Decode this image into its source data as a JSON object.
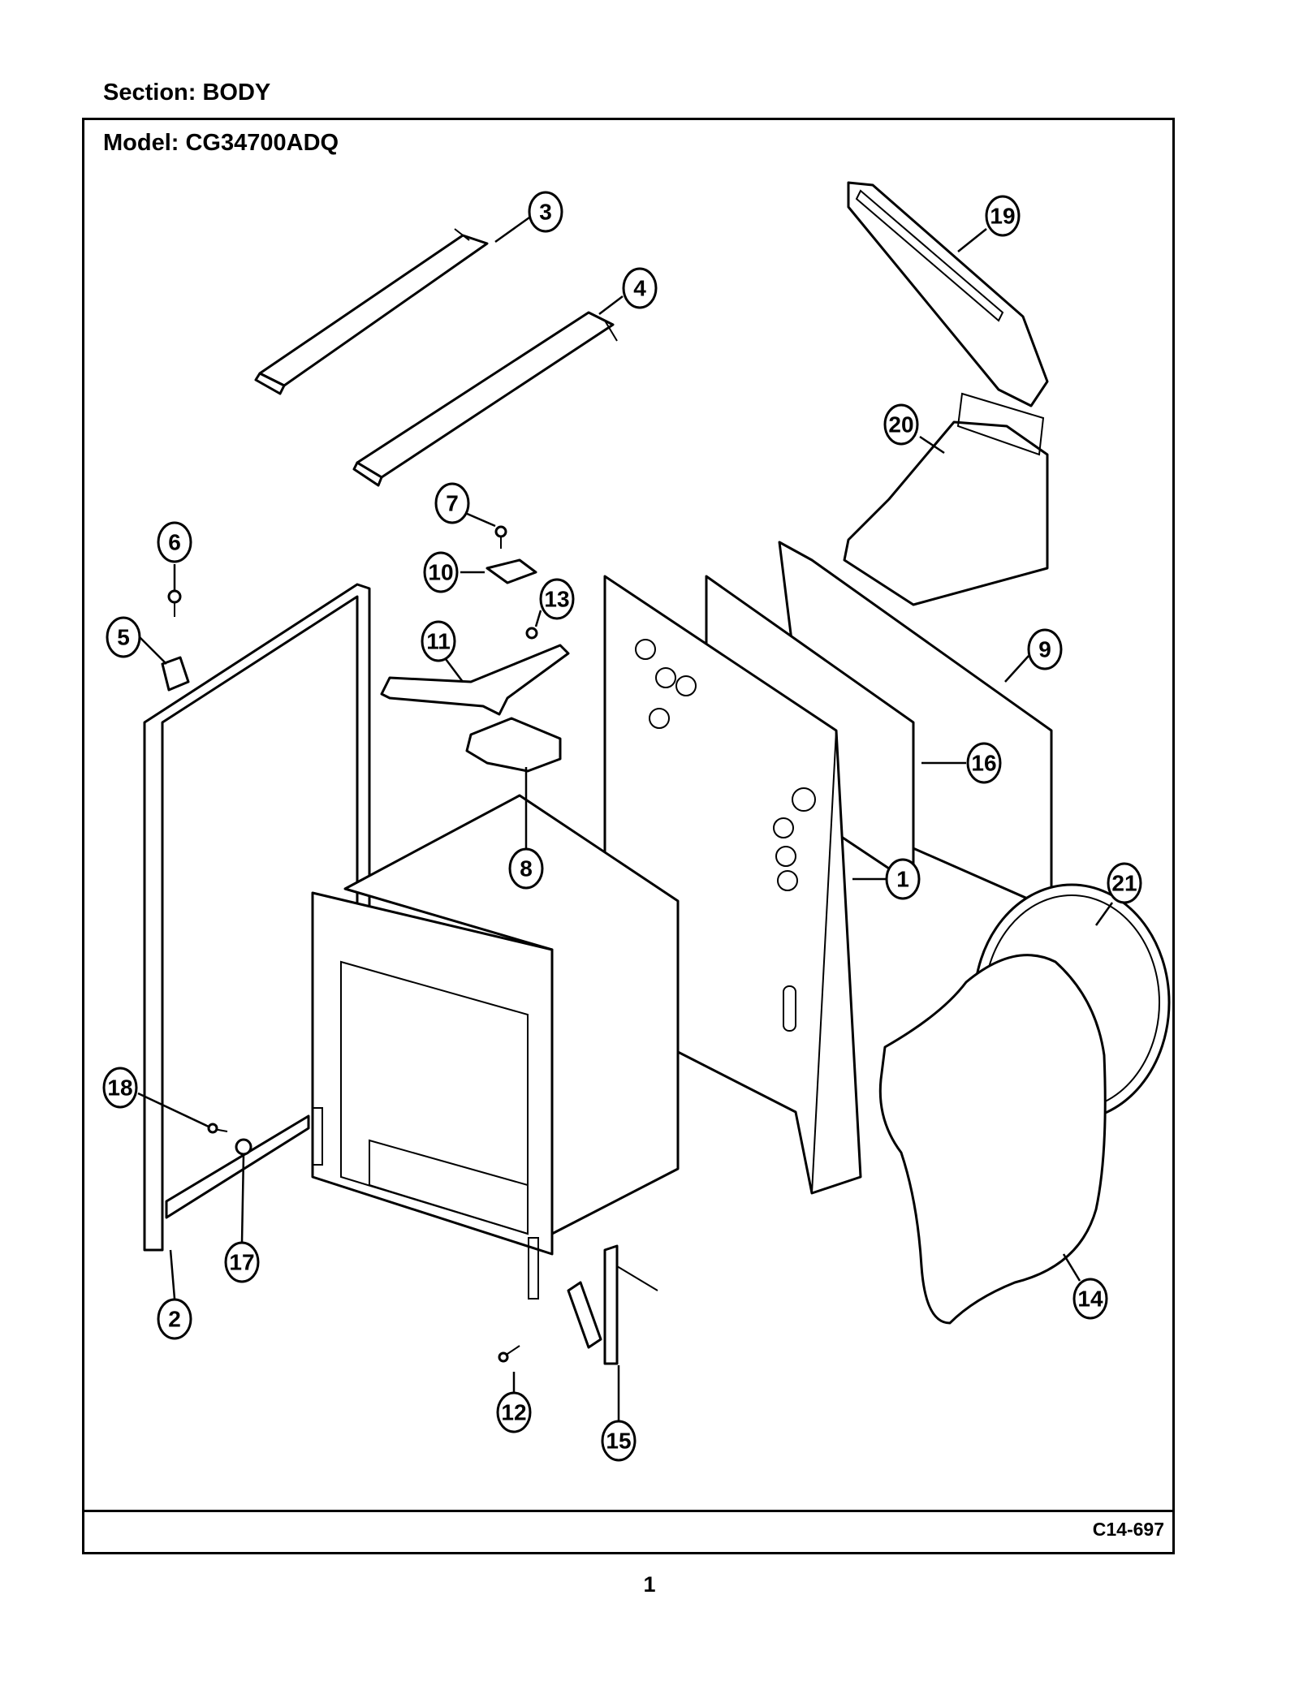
{
  "header": {
    "section_label": "Section:  BODY",
    "model_label": "Model:  CG34700ADQ"
  },
  "footer": {
    "drawing_code": "C14-697",
    "page_number": "1"
  },
  "callouts": [
    "1",
    "2",
    "3",
    "4",
    "5",
    "6",
    "7",
    "8",
    "9",
    "10",
    "11",
    "12",
    "13",
    "14",
    "15",
    "16",
    "17",
    "18",
    "19",
    "20",
    "21"
  ]
}
